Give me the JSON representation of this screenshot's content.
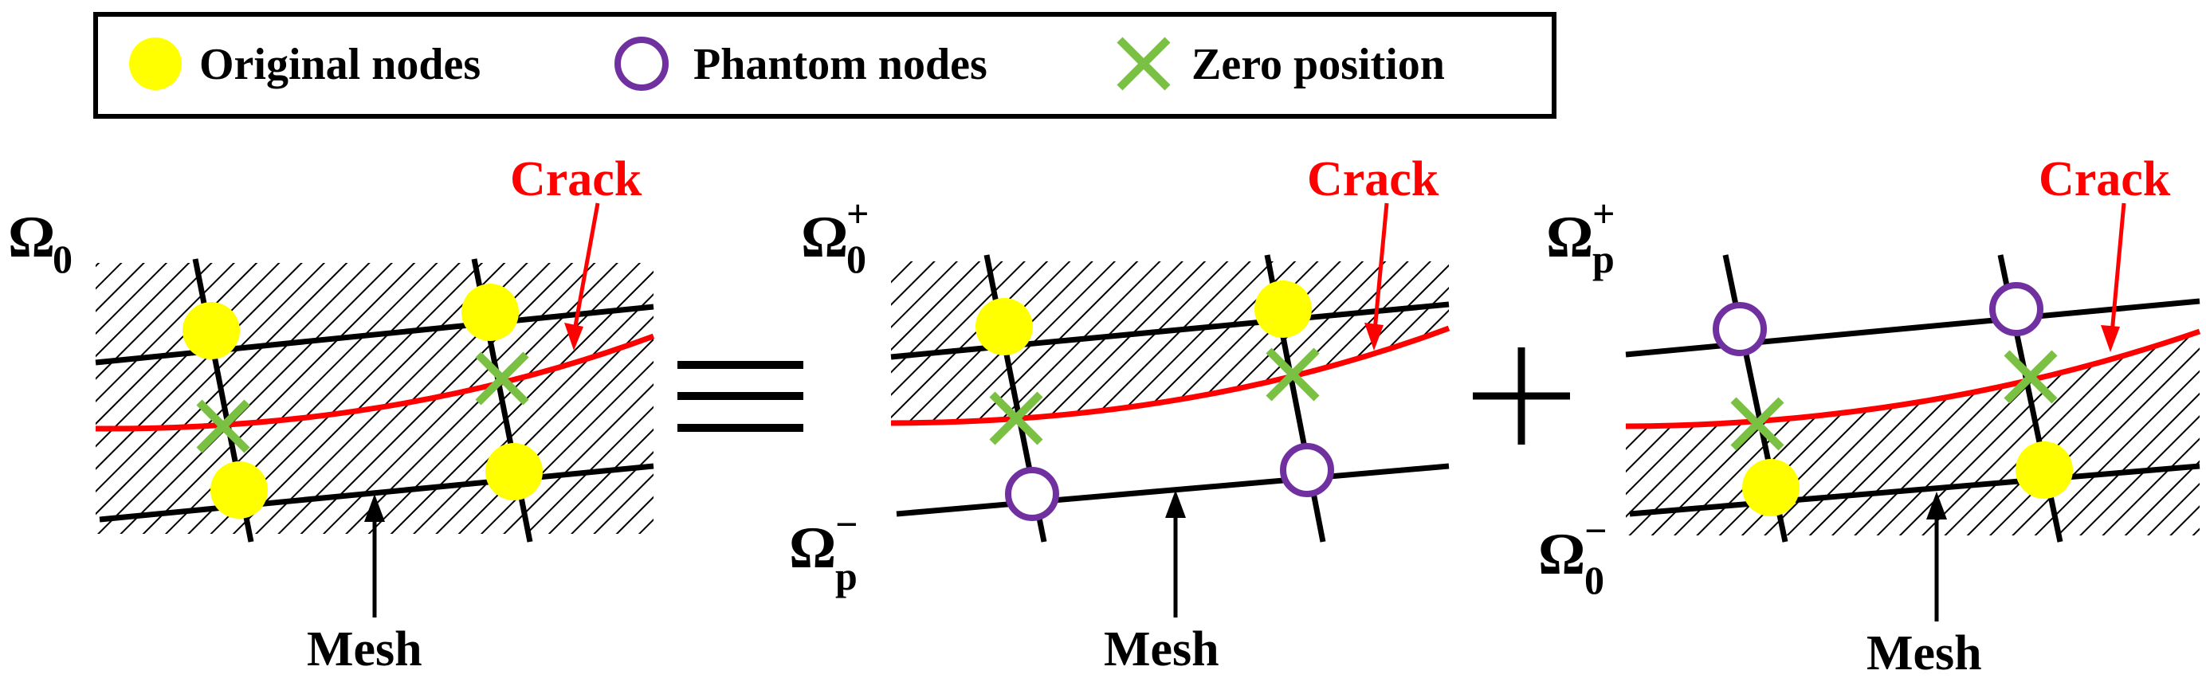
{
  "legend": {
    "items": [
      {
        "label": "Original nodes",
        "icon": "yellow-filled-circle-icon"
      },
      {
        "label": "Phantom nodes",
        "icon": "purple-hollow-circle-icon"
      },
      {
        "label": "Zero position",
        "icon": "green-cross-icon"
      }
    ]
  },
  "colors": {
    "original_node": "#ffff00",
    "phantom_node": "#7030a0",
    "zero_cross": "#7ac143",
    "crack": "#ff0000",
    "mesh": "#000000"
  },
  "panels": {
    "left": {
      "domain_symbol": "Ω",
      "domain_sub": "0",
      "crack_label": "Crack",
      "mesh_label": "Mesh"
    },
    "middle": {
      "top_symbol": "Ω",
      "top_sub": "0",
      "top_sup": "+",
      "bottom_symbol": "Ω",
      "bottom_sub": "p",
      "bottom_sup": "−",
      "crack_label": "Crack",
      "mesh_label": "Mesh"
    },
    "right": {
      "top_symbol": "Ω",
      "top_sub": "p",
      "top_sup": "+",
      "bottom_symbol": "Ω",
      "bottom_sub": "0",
      "bottom_sup": "−",
      "crack_label": "Crack",
      "mesh_label": "Mesh"
    }
  },
  "operators": {
    "equivalent": "≡",
    "plus": "+"
  }
}
